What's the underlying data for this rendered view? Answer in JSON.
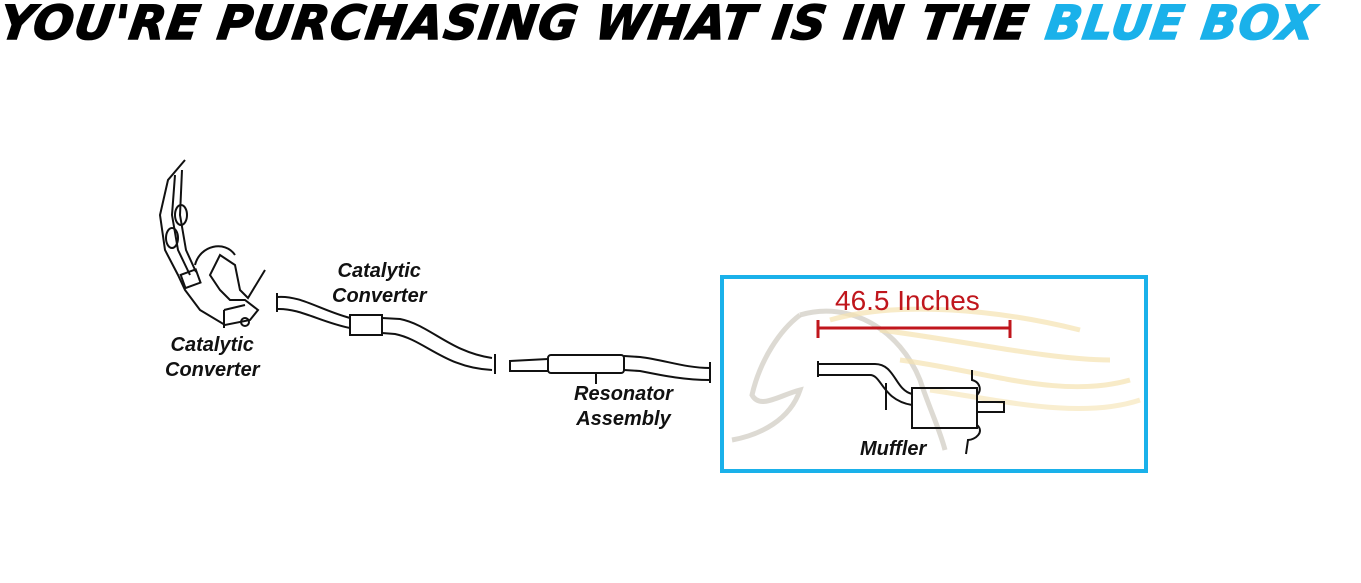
{
  "title": {
    "prefix": "YOU'RE PURCHASING WHAT IS IN THE ",
    "highlight": "BLUE BOX"
  },
  "labels": {
    "cat1_line1": "Catalytic",
    "cat1_line2": "Converter",
    "cat2_line1": "Catalytic",
    "cat2_line2": "Converter",
    "res_line1": "Resonator",
    "res_line2": "Assembly",
    "muffler": "Muffler",
    "dimension": "46.5 Inches"
  },
  "colors": {
    "accent": "#1ab1ea",
    "dimension": "#c0161c"
  }
}
